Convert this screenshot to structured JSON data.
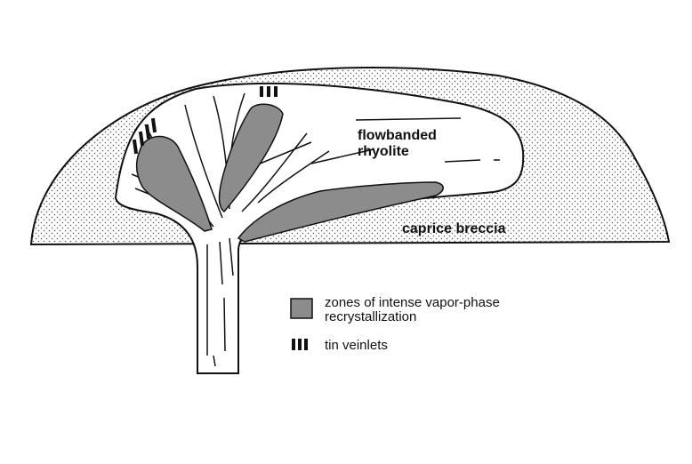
{
  "labels": {
    "flowbanded_line1": "flowbanded",
    "flowbanded_line2": "rhyolite",
    "caprice_breccia": "caprice breccia"
  },
  "legend": {
    "zones_line1": "zones of intense vapor-phase",
    "zones_line2": "recrystallization",
    "tin_veinlets": "tin veinlets"
  },
  "colors": {
    "zone_fill": "#8c8c8c",
    "outline": "#111111",
    "breccia_dots": "#555555"
  }
}
